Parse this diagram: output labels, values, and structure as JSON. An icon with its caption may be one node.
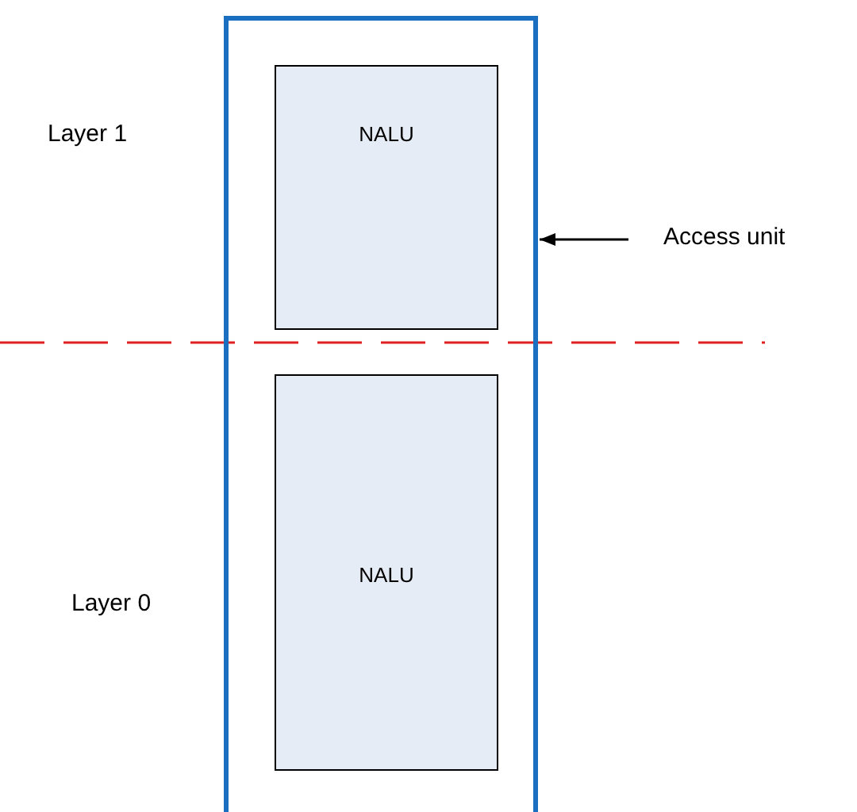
{
  "diagram": {
    "nodes": [
      {
        "text": [],
        "shape": "box"
      },
      {
        "text": [
          "NALU"
        ],
        "in": 0
      },
      {
        "text": [
          "NALU"
        ],
        "in": 0
      },
      {
        "text": [
          "Access unit"
        ]
      }
    ],
    "edges": [
      {
        "from": 3,
        "to": 0,
        "arrow": "to"
      }
    ],
    "labels": [
      "Layer 1",
      "Layer 0"
    ]
  }
}
